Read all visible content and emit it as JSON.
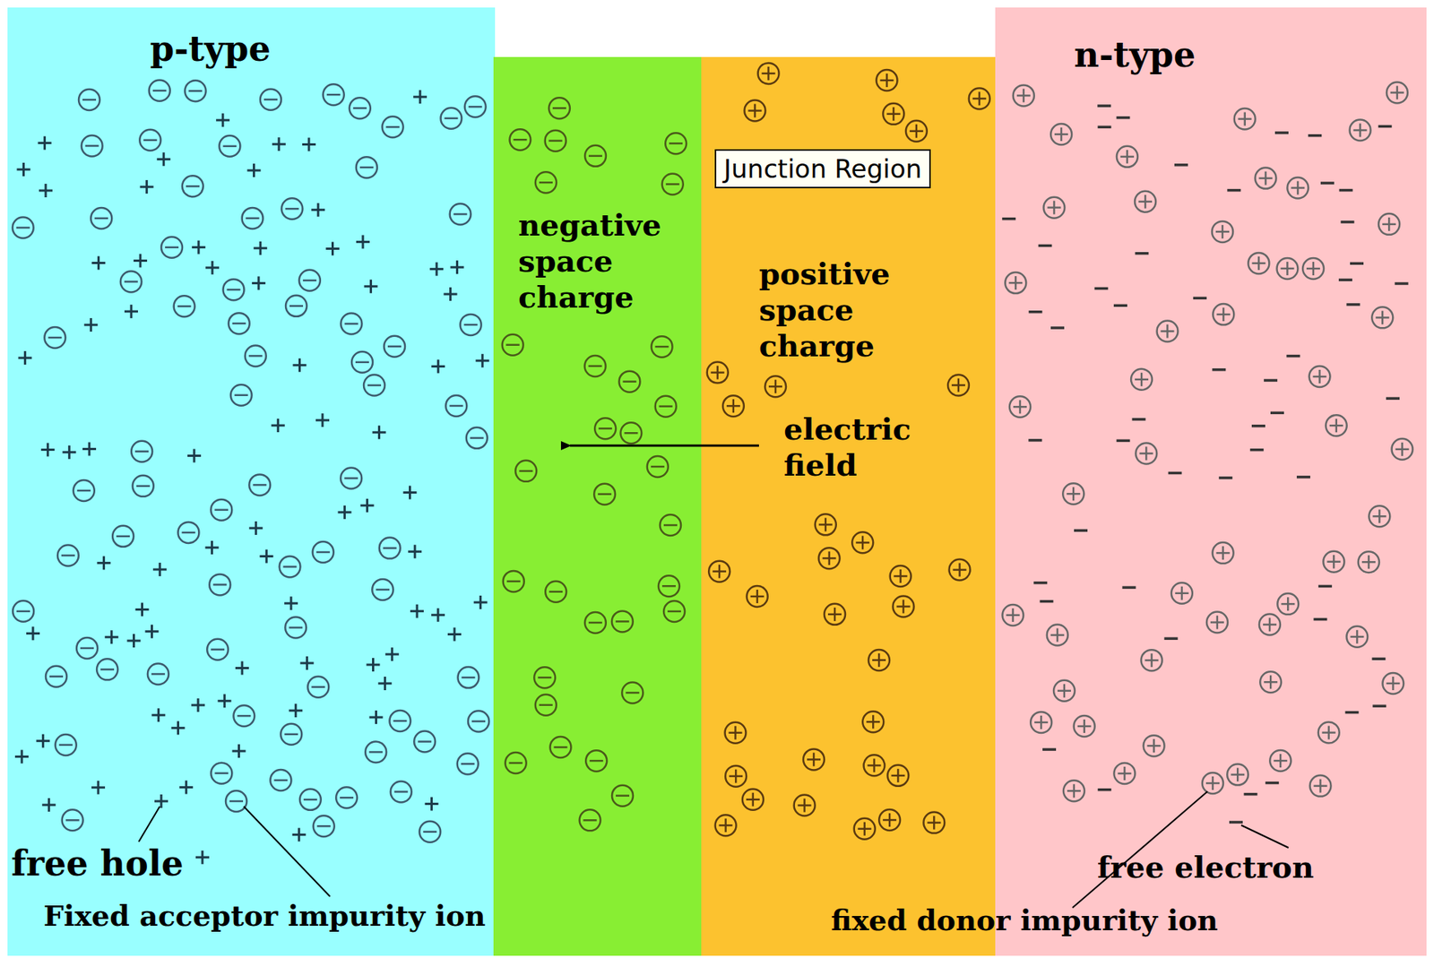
{
  "diagram": {
    "nodes": [
      {
        "text": [
          "p-type"
        ]
      },
      {
        "text": [
          "negative space charge"
        ]
      },
      {
        "text": [
          "positive space charge"
        ]
      },
      {
        "text": [
          "Junction Region"
        ]
      },
      {
        "text": [
          "n-type"
        ]
      }
    ],
    "labels": [
      "electric field",
      "free hole",
      "Fixed acceptor impurity ion",
      "free electron",
      "fixed donor impurity ion"
    ]
  }
}
